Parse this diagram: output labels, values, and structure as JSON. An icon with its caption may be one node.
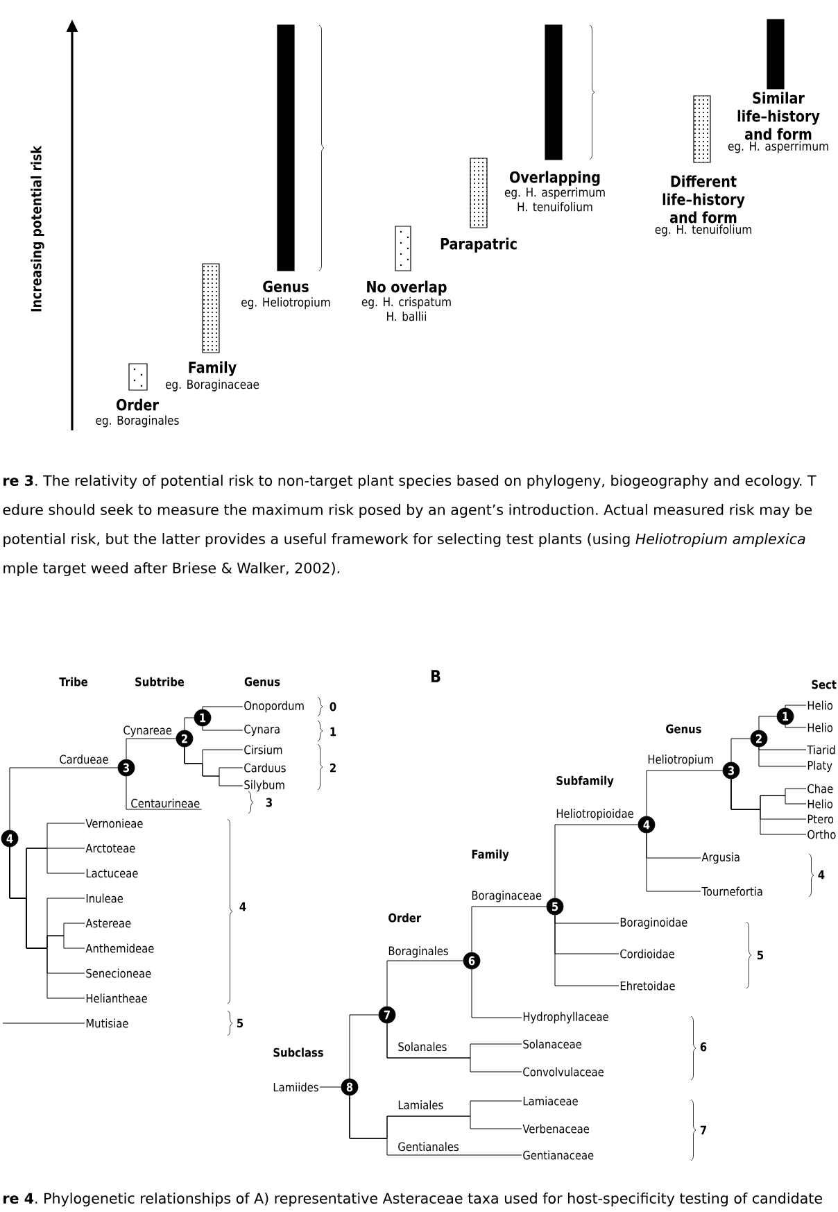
{
  "diagram": {
    "nodes": [
      {
        "text": [
          "Order",
          "eg. Boraginales"
        ]
      },
      {
        "text": [
          "Family",
          "eg. Boraginaceae"
        ]
      },
      {
        "text": [
          "Genus",
          "eg. Heliotropium"
        ]
      },
      {
        "text": [
          "No overlap",
          "eg. H. crispatum H. ballii"
        ]
      },
      {
        "text": [
          "Parapatric"
        ]
      },
      {
        "text": [
          "Overlapping",
          "eg. H. asperrimum H. tenuifolium"
        ]
      },
      {
        "text": [
          "Different life–history and form",
          "eg. H. tenuifolium"
        ]
      },
      {
        "text": [
          "Similar life–history and form",
          "eg. H. asperrimum"
        ]
      },
      {
        "text": [
          "1"
        ]
      },
      {
        "text": [
          "2"
        ]
      },
      {
        "text": [
          "3"
        ]
      },
      {
        "text": [
          "4"
        ]
      },
      {
        "text": [
          "Onopordum"
        ]
      },
      {
        "text": [
          "Cynara"
        ]
      },
      {
        "text": [
          "Cirsium"
        ]
      },
      {
        "text": [
          "Carduus"
        ]
      },
      {
        "text": [
          "Silybum"
        ]
      },
      {
        "text": [
          "Centaurineae"
        ]
      },
      {
        "text": [
          "Vernonieae"
        ]
      },
      {
        "text": [
          "Arctoteae"
        ]
      },
      {
        "text": [
          "Lactuceae"
        ]
      },
      {
        "text": [
          "Inuleae"
        ]
      },
      {
        "text": [
          "Astereae"
        ]
      },
      {
        "text": [
          "Anthemideae"
        ]
      },
      {
        "text": [
          "Senecioneae"
        ]
      },
      {
        "text": [
          "Heliantheae"
        ]
      },
      {
        "text": [
          "Mutisiae"
        ]
      },
      {
        "text": [
          "1"
        ]
      },
      {
        "text": [
          "2"
        ]
      },
      {
        "text": [
          "3"
        ]
      },
      {
        "text": [
          "4"
        ]
      },
      {
        "text": [
          "5"
        ]
      },
      {
        "text": [
          "6"
        ]
      },
      {
        "text": [
          "7"
        ]
      },
      {
        "text": [
          "8"
        ]
      },
      {
        "text": [
          "Helio"
        ]
      },
      {
        "text": [
          "Helio"
        ]
      },
      {
        "text": [
          "Tiarid"
        ]
      },
      {
        "text": [
          "Platy"
        ]
      },
      {
        "text": [
          "Chae"
        ]
      },
      {
        "text": [
          "Helio"
        ]
      },
      {
        "text": [
          "Ptero"
        ]
      },
      {
        "text": [
          "Ortho"
        ]
      },
      {
        "text": [
          "Argusia"
        ]
      },
      {
        "text": [
          "Tournefortia"
        ]
      },
      {
        "text": [
          "Boraginoidae"
        ]
      },
      {
        "text": [
          "Cordioidae"
        ]
      },
      {
        "text": [
          "Ehretoidae"
        ]
      },
      {
        "text": [
          "Hydrophyllaceae"
        ]
      },
      {
        "text": [
          "Solanaceae"
        ]
      },
      {
        "text": [
          "Convolvulaceae"
        ]
      },
      {
        "text": [
          "Lamiaceae"
        ]
      },
      {
        "text": [
          "Verbenaceae"
        ]
      },
      {
        "text": [
          "Gentianaceae"
        ]
      },
      {
        "text": [
          "Lamiides"
        ]
      }
    ],
    "edges": [
      {
        "from": 8,
        "to": 12,
        "arrow": "none"
      },
      {
        "from": 8,
        "to": 13,
        "arrow": "none"
      },
      {
        "from": 9,
        "to": 8,
        "arrow": "none"
      },
      {
        "from": 9,
        "to": 14,
        "arrow": "none"
      },
      {
        "from": 9,
        "to": 15,
        "arrow": "none"
      },
      {
        "from": 9,
        "to": 16,
        "arrow": "none"
      },
      {
        "from": 10,
        "to": 9,
        "arrow": "none",
        "label": "Cynareae"
      },
      {
        "from": 10,
        "to": 17,
        "arrow": "none"
      },
      {
        "from": 11,
        "to": 10,
        "arrow": "none",
        "label": "Cardueae"
      },
      {
        "from": 11,
        "to": 18,
        "arrow": "none"
      },
      {
        "from": 11,
        "to": 19,
        "arrow": "none"
      },
      {
        "from": 11,
        "to": 20,
        "arrow": "none"
      },
      {
        "from": 11,
        "to": 21,
        "arrow": "none"
      },
      {
        "from": 11,
        "to": 22,
        "arrow": "none"
      },
      {
        "from": 11,
        "to": 23,
        "arrow": "none"
      },
      {
        "from": 11,
        "to": 24,
        "arrow": "none"
      },
      {
        "from": 11,
        "to": 25,
        "arrow": "none"
      },
      {
        "from": null,
        "to": 26,
        "arrow": "none"
      },
      {
        "from": 27,
        "to": 35,
        "arrow": "none"
      },
      {
        "from": 27,
        "to": 36,
        "arrow": "none"
      },
      {
        "from": 28,
        "to": 27,
        "arrow": "none"
      },
      {
        "from": 28,
        "to": 37,
        "arrow": "none"
      },
      {
        "from": 28,
        "to": 38,
        "arrow": "none"
      },
      {
        "from": 29,
        "to": 28,
        "arrow": "none"
      },
      {
        "from": 29,
        "to": 39,
        "arrow": "none"
      },
      {
        "from": 29,
        "to": 40,
        "arrow": "none"
      },
      {
        "from": 29,
        "to": 41,
        "arrow": "none"
      },
      {
        "from": 29,
        "to": 42,
        "arrow": "none"
      },
      {
        "from": 30,
        "to": 29,
        "arrow": "none",
        "label": "Heliotropium"
      },
      {
        "from": 30,
        "to": 43,
        "arrow": "none"
      },
      {
        "from": 30,
        "to": 44,
        "arrow": "none"
      },
      {
        "from": 31,
        "to": 30,
        "arrow": "none",
        "label": "Heliotropioidae"
      },
      {
        "from": 31,
        "to": 45,
        "arrow": "none"
      },
      {
        "from": 31,
        "to": 46,
        "arrow": "none"
      },
      {
        "from": 31,
        "to": 47,
        "arrow": "none"
      },
      {
        "from": 32,
        "to": 31,
        "arrow": "none",
        "label": "Boraginaceae"
      },
      {
        "from": 32,
        "to": 48,
        "arrow": "none"
      },
      {
        "from": 33,
        "to": 32,
        "arrow": "none",
        "label": "Boraginales"
      },
      {
        "from": 33,
        "to": 49,
        "arrow": "none",
        "label": "Solanales"
      },
      {
        "from": 33,
        "to": 50,
        "arrow": "none"
      },
      {
        "from": 34,
        "to": 33,
        "arrow": "none"
      },
      {
        "from": 34,
        "to": 51,
        "arrow": "none",
        "label": "Lamiales"
      },
      {
        "from": 34,
        "to": 52,
        "arrow": "none"
      },
      {
        "from": 34,
        "to": 53,
        "arrow": "none",
        "label": "Gentianales"
      },
      {
        "from": 54,
        "to": 34,
        "arrow": "none"
      }
    ],
    "labels": [
      "Increasing potential risk",
      "**re 3**. The relativity of potential risk to non-target plant species based on phylogeny, biogeography and ecology. T",
      "edure should seek to measure the maximum risk posed by an agent’s introduction. Actual measured risk may be",
      "potential risk, but the latter provides a useful framework for selecting test plants (using *Heliotropium amplexica*",
      "mple target weed after Briese & Walker, 2002).",
      "B",
      "Tribe",
      "Subtribe",
      "Genus",
      "0",
      "1",
      "2",
      "3",
      "4",
      "5",
      "Sect",
      "Genus",
      "Subfamily",
      "Family",
      "Order",
      "Subclass",
      "4",
      "5",
      "6",
      "7",
      "**re 4**. Phylogenetic relationships of A) representative Asteraceae taxa used for host-specificity testing of candidate"
    ]
  }
}
